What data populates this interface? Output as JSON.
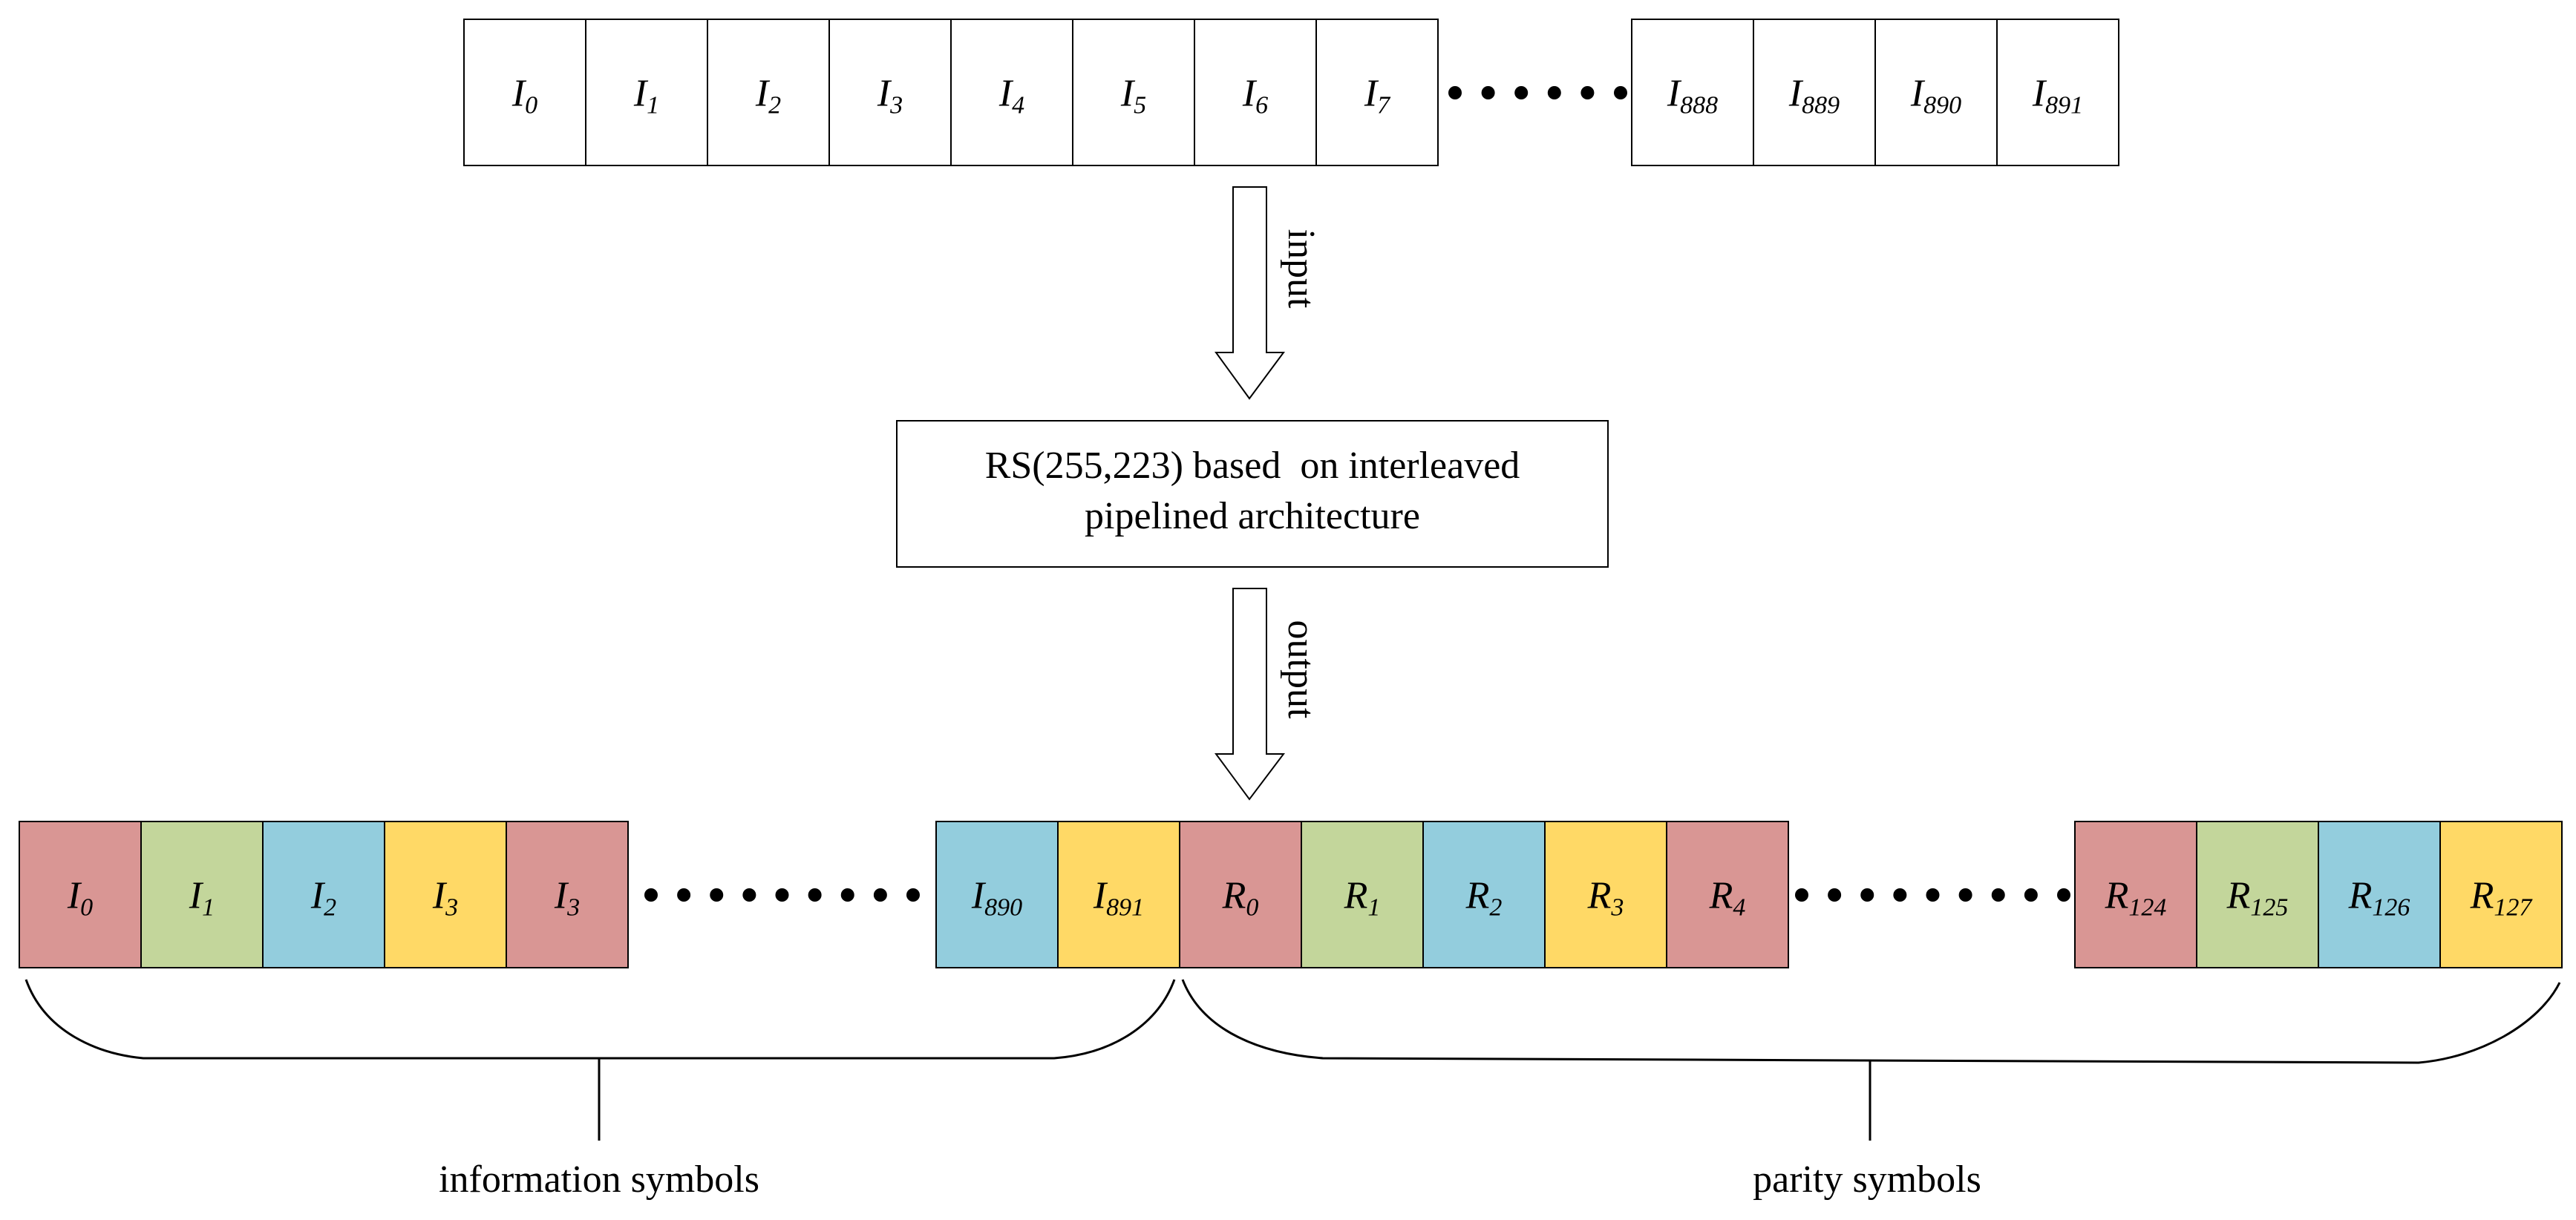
{
  "input_sequence": {
    "cells_start": [
      {
        "base": "I",
        "sub": "0"
      },
      {
        "base": "I",
        "sub": "1"
      },
      {
        "base": "I",
        "sub": "2"
      },
      {
        "base": "I",
        "sub": "3"
      },
      {
        "base": "I",
        "sub": "4"
      },
      {
        "base": "I",
        "sub": "5"
      },
      {
        "base": "I",
        "sub": "6"
      },
      {
        "base": "I",
        "sub": "7"
      }
    ],
    "cells_end": [
      {
        "base": "I",
        "sub": "888"
      },
      {
        "base": "I",
        "sub": "889"
      },
      {
        "base": "I",
        "sub": "890"
      },
      {
        "base": "I",
        "sub": "891"
      }
    ]
  },
  "arrow_input_label": "input",
  "encoder_box": {
    "line1": "RS(255,223) based  on interleaved",
    "line2": "pipelined architecture"
  },
  "arrow_output_label": "output",
  "output_sequence": {
    "group_a": [
      {
        "base": "I",
        "sub": "0",
        "color": "red"
      },
      {
        "base": "I",
        "sub": "1",
        "color": "green"
      },
      {
        "base": "I",
        "sub": "2",
        "color": "blue"
      },
      {
        "base": "I",
        "sub": "3",
        "color": "yellow"
      },
      {
        "base": "I",
        "sub": "3",
        "color": "red"
      }
    ],
    "group_b": [
      {
        "base": "I",
        "sub": "890",
        "color": "blue"
      },
      {
        "base": "I",
        "sub": "891",
        "color": "yellow"
      },
      {
        "base": "R",
        "sub": "0",
        "color": "red"
      },
      {
        "base": "R",
        "sub": "1",
        "color": "green"
      },
      {
        "base": "R",
        "sub": "2",
        "color": "blue"
      },
      {
        "base": "R",
        "sub": "3",
        "color": "yellow"
      },
      {
        "base": "R",
        "sub": "4",
        "color": "red"
      }
    ],
    "group_c": [
      {
        "base": "R",
        "sub": "124",
        "color": "red"
      },
      {
        "base": "R",
        "sub": "125",
        "color": "green"
      },
      {
        "base": "R",
        "sub": "126",
        "color": "blue"
      },
      {
        "base": "R",
        "sub": "127",
        "color": "yellow"
      }
    ]
  },
  "colors": {
    "red": "#d99694",
    "green": "#c3d69b",
    "blue": "#93cddd",
    "yellow": "#ffd966",
    "stroke": "#000000"
  },
  "brace_labels": {
    "information": "information symbols",
    "parity": "parity symbols"
  }
}
